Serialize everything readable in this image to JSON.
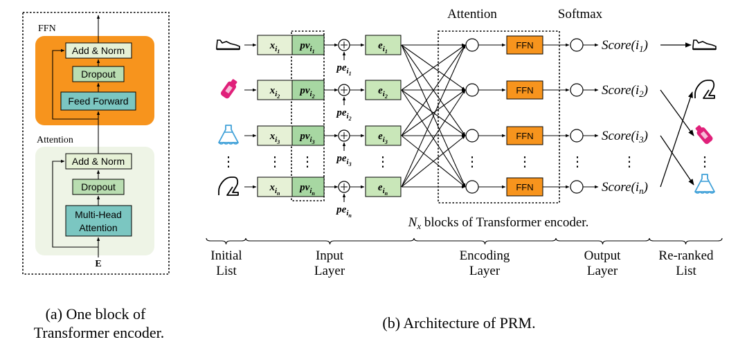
{
  "panel_a": {
    "ffn_label": "FFN",
    "attention_label": "Attention",
    "add_norm": "Add & Norm",
    "dropout": "Dropout",
    "feed_forward": "Feed Forward",
    "multi_head_1": "Multi-Head",
    "multi_head_2": "Attention",
    "input_label": "E",
    "caption_1": "(a) One block of",
    "caption_2": "Transformer encoder.",
    "colors": {
      "ffn_bg": "#F7941D",
      "attn_bg": "#EEF4E6",
      "box_light": "#E6F1D6",
      "box_teal": "#7BC6C1",
      "box_mid": "#B9DDB1"
    }
  },
  "panel_b": {
    "header_attention": "Attention",
    "header_softmax": "Softmax",
    "ffn_box": "FFN",
    "rows": [
      {
        "x_sub": "1",
        "pv_sub": "1",
        "pe_sub": "1",
        "e_sub": "1",
        "score_arg": "1"
      },
      {
        "x_sub": "2",
        "pv_sub": "2",
        "pe_sub": "2",
        "e_sub": "2",
        "score_arg": "2"
      },
      {
        "x_sub": "3",
        "pv_sub": "3",
        "pe_sub": "3",
        "e_sub": "3",
        "score_arg": "3"
      },
      {
        "x_sub": "n",
        "pv_sub": "n",
        "pe_sub": "n",
        "e_sub": "n",
        "score_arg": "n"
      }
    ],
    "symbols": {
      "x": "x",
      "pv": "pv",
      "pe": "pe",
      "e": "e",
      "i": "i",
      "score": "Score",
      "plus": "+",
      "vdots": "⋮"
    },
    "nx_label": "N",
    "nx_sub": "x",
    "nx_rest": " blocks of Transformer encoder.",
    "sections": [
      {
        "l1": "Initial",
        "l2": "List"
      },
      {
        "l1": "Input",
        "l2": "Layer"
      },
      {
        "l1": "Encoding",
        "l2": "Layer"
      },
      {
        "l1": "Output",
        "l2": "Layer"
      },
      {
        "l1": "Re-ranked",
        "l2": "List"
      }
    ],
    "caption": "(b) Architecture of PRM.",
    "colors": {
      "x_box": "#E6F1D6",
      "pv_box": "#A7D7A2",
      "e_box": "#C9E7B9",
      "ffn_box": "#F7941D",
      "pink": "#E0207A",
      "blue": "#3FA0D8"
    }
  }
}
